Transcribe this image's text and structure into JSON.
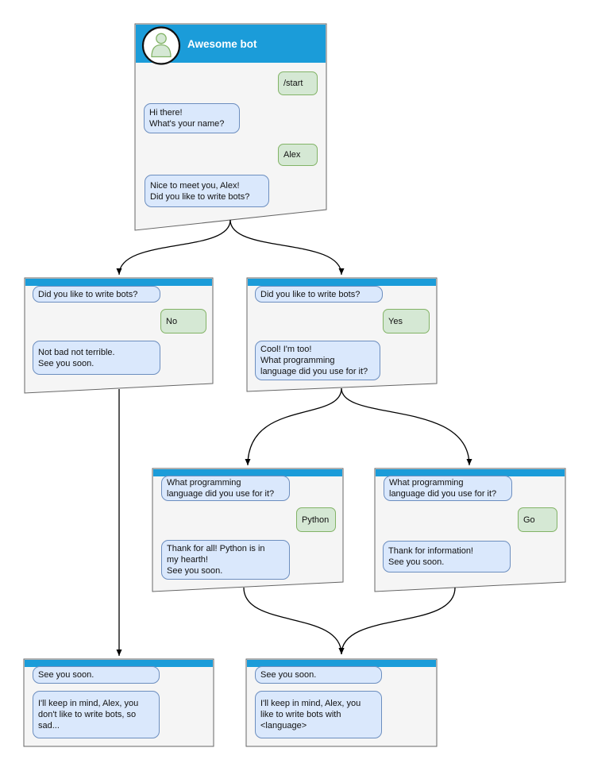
{
  "colors": {
    "header_blue": "#1B9CD9",
    "window_fill": "#F5F5F5",
    "window_border": "#666666",
    "bot_bubble_fill": "#DAE8FC",
    "bot_bubble_border": "#6C8EBF",
    "user_bubble_fill": "#D5E8D4",
    "user_bubble_border": "#82B366",
    "connector": "#000000"
  },
  "windows": {
    "root": {
      "title": "Awesome bot",
      "avatar": "person-icon",
      "messages": {
        "start": "/start",
        "greet": "Hi there!\nWhat's your name?",
        "name": "Alex",
        "ask": "Nice to meet you, Alex!\nDid you like to write bots?"
      }
    },
    "no": {
      "messages": {
        "q": "Did you like to write bots?",
        "a": "No",
        "r": "Not bad not terrible.\nSee you soon."
      }
    },
    "yes": {
      "messages": {
        "q": "Did you like to write bots?",
        "a": "Yes",
        "r": "Cool! I'm too!\nWhat programming\nlanguage did you use for it?"
      }
    },
    "python": {
      "messages": {
        "q": "What programming\nlanguage did you use for it?",
        "a": "Python",
        "r": "Thank for all! Python is in\nmy hearth!\nSee you soon."
      }
    },
    "go": {
      "messages": {
        "q": "What programming\nlanguage did you use for it?",
        "a": "Go",
        "r": "Thank for information!\nSee you soon."
      }
    },
    "end_no": {
      "messages": {
        "q": "See you soon.",
        "r": "I'll keep in mind, Alex, you\ndon't like to write bots, so\nsad..."
      }
    },
    "end_yes": {
      "messages": {
        "q": "See you soon.",
        "r": "I'll keep in mind, Alex, you\nlike to write bots with\n<language>"
      }
    }
  }
}
